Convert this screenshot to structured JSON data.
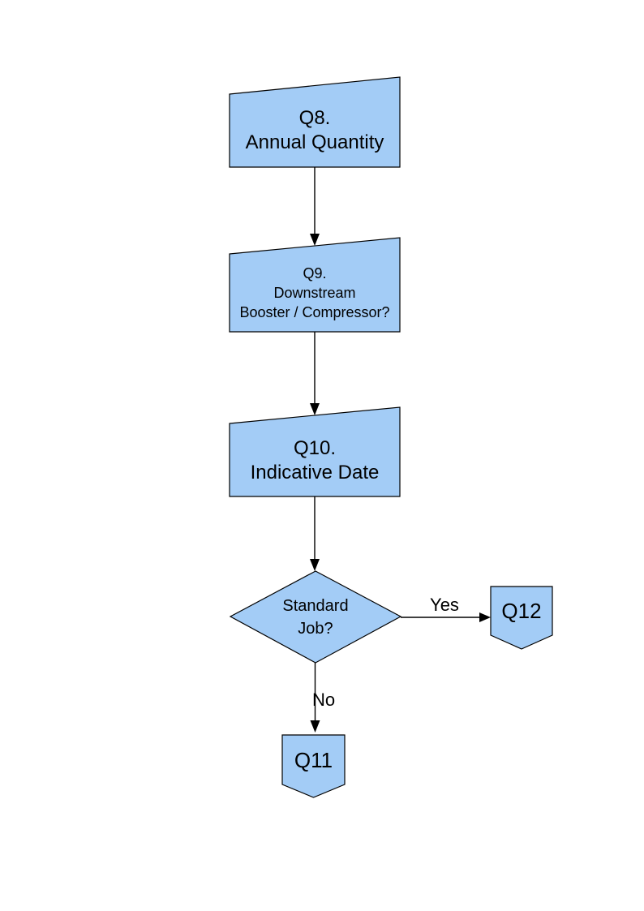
{
  "colors": {
    "node_fill": "#A3CCF6",
    "node_border": "#000000",
    "connector": "#000000",
    "text": "#000000",
    "background": "#FFFFFF"
  },
  "nodes": {
    "q8": {
      "label": "Q8.\nAnnual Quantity",
      "shape": "manual-input"
    },
    "q9": {
      "label": "Q9.\nDownstream\nBooster / Compressor?",
      "shape": "manual-input"
    },
    "q10": {
      "label": "Q10.\nIndicative Date",
      "shape": "manual-input"
    },
    "standard_job": {
      "label": "Standard\nJob?",
      "shape": "decision"
    },
    "q12": {
      "label": "Q12",
      "shape": "off-page-connector"
    },
    "q11": {
      "label": "Q11",
      "shape": "off-page-connector"
    }
  },
  "edges": [
    {
      "from": "q8",
      "to": "q9",
      "label": ""
    },
    {
      "from": "q9",
      "to": "q10",
      "label": ""
    },
    {
      "from": "q10",
      "to": "standard_job",
      "label": ""
    },
    {
      "from": "standard_job",
      "to": "q12",
      "label": "Yes"
    },
    {
      "from": "standard_job",
      "to": "q11",
      "label": "No"
    }
  ]
}
